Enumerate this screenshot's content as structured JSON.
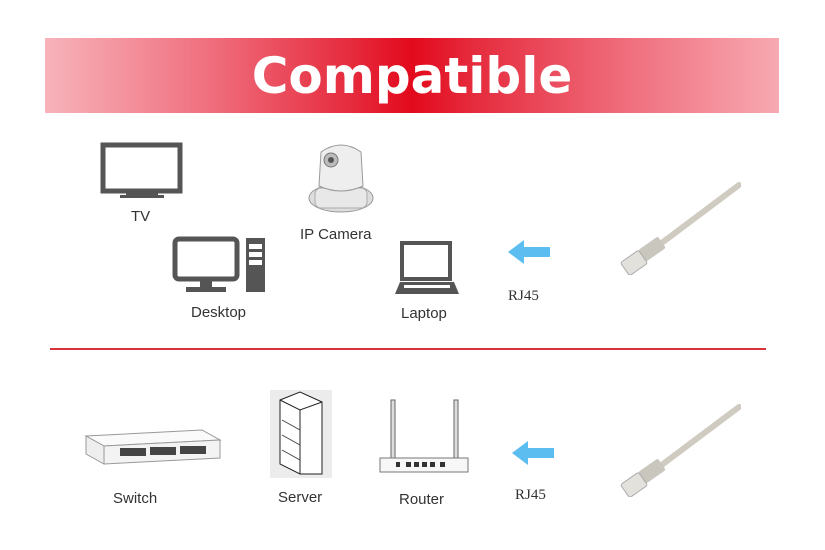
{
  "banner": {
    "title": "Compatible",
    "gradient_center": "#e20a1c",
    "gradient_edge": "#f7b3ba"
  },
  "top_section": {
    "devices": [
      {
        "name": "tv",
        "label": "TV"
      },
      {
        "name": "ip-camera",
        "label": "IP Camera"
      },
      {
        "name": "desktop",
        "label": "Desktop"
      },
      {
        "name": "laptop",
        "label": "Laptop"
      }
    ],
    "connector": {
      "label": "RJ45",
      "arrow_color": "#5bbdf0"
    }
  },
  "bottom_section": {
    "devices": [
      {
        "name": "switch",
        "label": "Switch"
      },
      {
        "name": "server",
        "label": "Server"
      },
      {
        "name": "router",
        "label": "Router"
      }
    ],
    "connector": {
      "label": "RJ45",
      "arrow_color": "#5bbdf0"
    }
  },
  "divider_color": "#d8323c"
}
